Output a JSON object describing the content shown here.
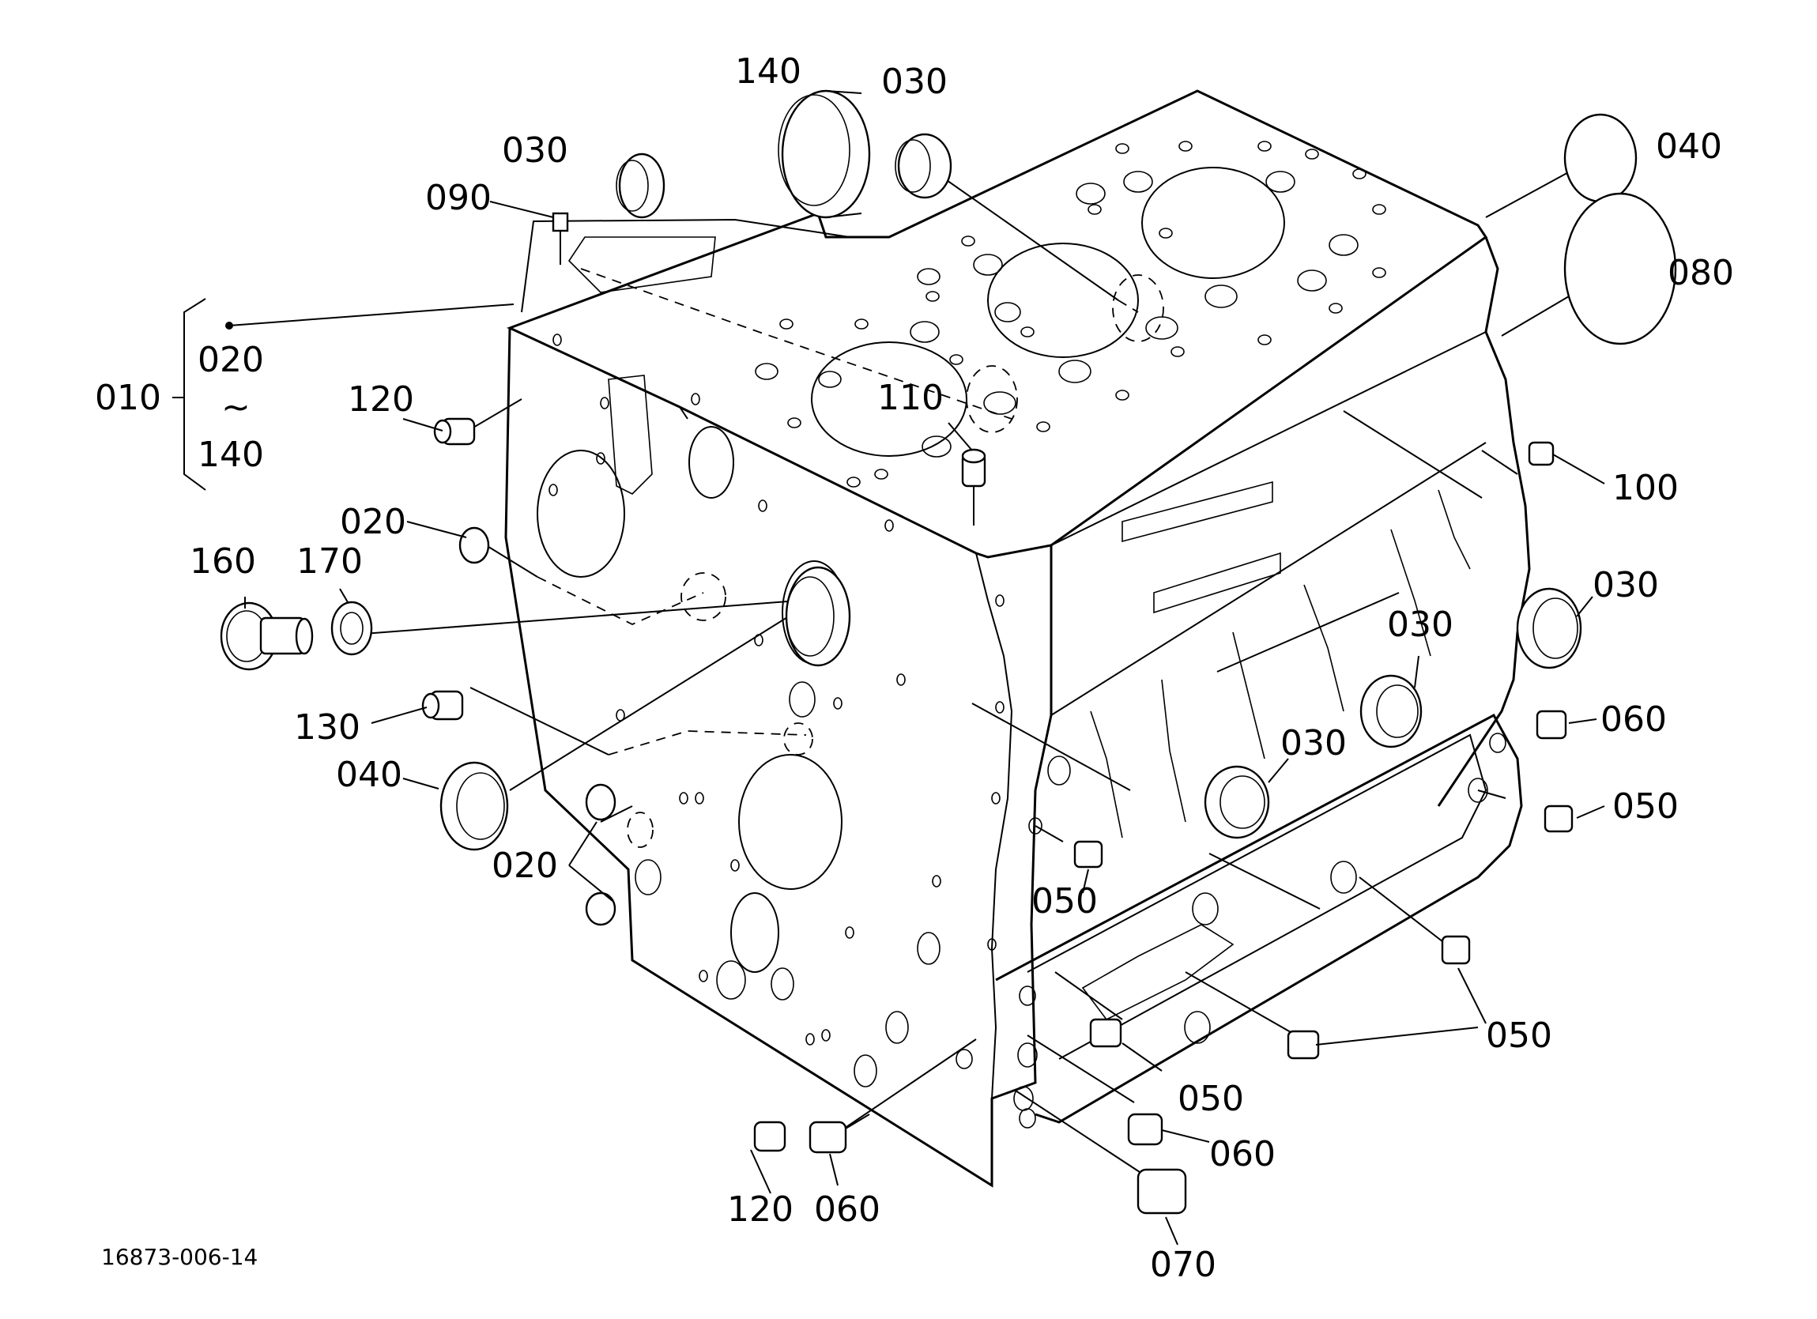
{
  "diagram": {
    "figure_number": "16873-006-14",
    "callouts": {
      "c010": "010",
      "c020_range_start": "020",
      "c020_range_tilde": "~",
      "c140_range_end": "140",
      "c020_a": "020",
      "c020_b": "020",
      "c030_a": "030",
      "c030_b": "030",
      "c030_c": "030",
      "c030_d": "030",
      "c030_e": "030",
      "c040_a": "040",
      "c040_b": "040",
      "c050_a": "050",
      "c050_b": "050",
      "c050_c": "050",
      "c050_d": "050",
      "c060_a": "060",
      "c060_b": "060",
      "c060_c": "060",
      "c070": "070",
      "c080": "080",
      "c090": "090",
      "c100": "100",
      "c110": "110",
      "c120_a": "120",
      "c120_b": "120",
      "c130": "130",
      "c140": "140",
      "c160": "160",
      "c170": "170"
    }
  }
}
